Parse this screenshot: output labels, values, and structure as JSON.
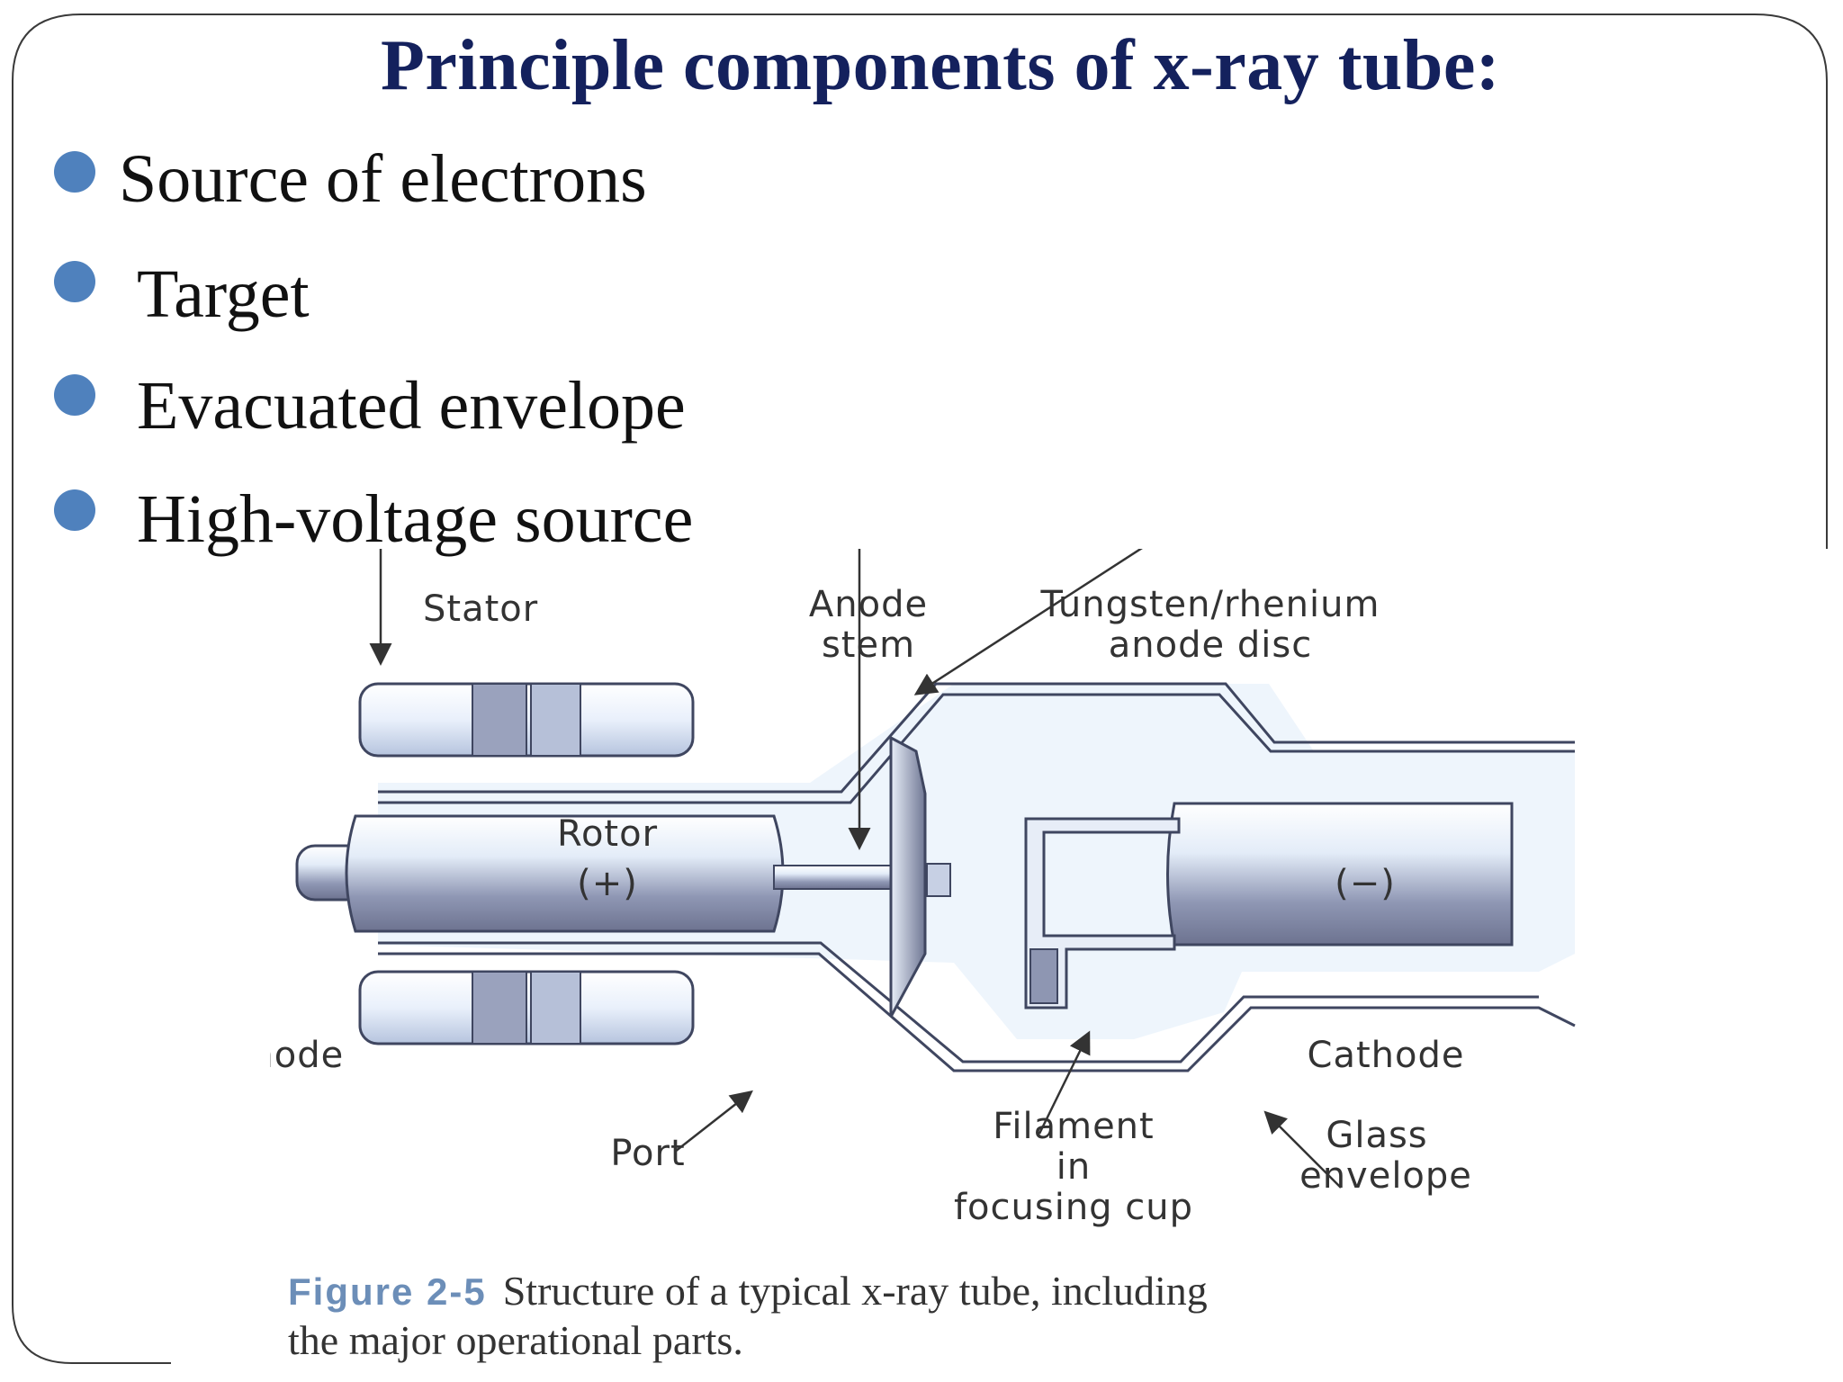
{
  "slide": {
    "title": "Principle components of x-ray tube:",
    "bullets": [
      "Source of electrons",
      "Target",
      "Evacuated envelope",
      "High-voltage source"
    ]
  },
  "diagram": {
    "labels": {
      "stator": "Stator",
      "anode_stem_1": "Anode",
      "anode_stem_2": "stem",
      "disc_1": "Tungsten/rhenium",
      "disc_2": "anode disc",
      "rotor": "Rotor",
      "plus": "(+)",
      "minus": "(−)",
      "anode": "Anode",
      "cathode": "Cathode",
      "port": "Port",
      "filament_1": "Filament",
      "filament_2": "in",
      "filament_3": "focusing cup",
      "glass_1": "Glass",
      "glass_2": "envelope"
    },
    "caption": {
      "figure_label": "Figure 2-5",
      "line1": "Structure of a typical x-ray tube, including",
      "line2": "the major operational parts."
    }
  },
  "colors": {
    "title": "#14215d",
    "bullet": "#4f81bd",
    "caption_label": "#6c8eb8"
  }
}
